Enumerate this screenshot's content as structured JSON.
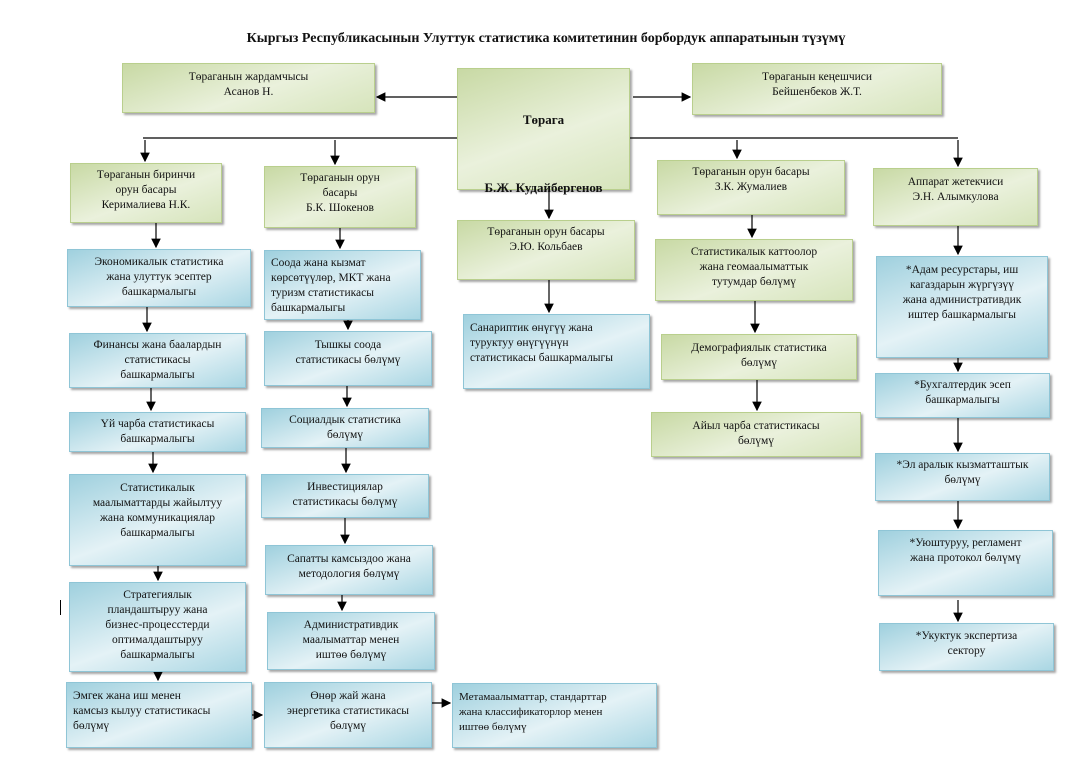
{
  "title": "Кыргыз Республикасынын Улуттук статистика комитетинин борбордук аппаратынын түзүмү",
  "chairman": {
    "role": "Төрага",
    "name": "Б.Ж. Кудайбергенов"
  },
  "assistant": "Төраганын жардамчысы\nАсанов Н.",
  "advisor": "Төраганын кеңешчиси\nБейшенбеков Ж.Т.",
  "deputies": [
    "Төраганын биринчи\nорун басары\nКерималиева Н.К.",
    "Төраганын орун\nбасары\nБ.К. Шокенов",
    "Төраганын орун басары\nЭ.Ю. Кольбаев",
    "Төраганын орун басары\nЗ.К. Жумалиев",
    "Аппарат жетекчиси\nЭ.Н. Алымкулова"
  ],
  "col1": [
    "Экономикалык статистика\nжана улуттук эсептер\nбашкармалыгы",
    "Финансы жана баалардын\nстатистикасы\nбашкармалыгы",
    "Үй чарба статистикасы\nбашкармалыгы",
    "Статистикалык\nмаалыматтарды жайылтуу\nжана коммуникациялар\nбашкармалыгы",
    "Стратегиялык\nпландаштыруу жана\nбизнес-процесстерди\nоптималдаштыруу\nбашкармалыгы",
    "Эмгек жана иш менен\nкамсыз кылуу статистикасы\nбөлүмү"
  ],
  "col2": [
    "Соода жана кызмат\nкөрсөтүүлөр, МКТ жана\nтуризм статистикасы\nбашкармалыгы",
    "Тышкы соода\nстатистикасы бөлүмү",
    "Социалдык статистика\nбөлүмү",
    "Инвестициялар\nстатистикасы бөлүмү",
    "Сапатты камсыздоо жана\nметодология бөлүмү",
    "Административдик\nмаалыматтар менен\nиштөө бөлүмү",
    "Өнөр жай жана\nэнергетика статистикасы\nбөлүмү"
  ],
  "col3": [
    "Санариптик өнүгүү жана\nтуруктуу өнүгүүнүн\nстатистикасы башкармалыгы",
    "Метамаалыматтар, стандарттар\nжана классификаторлор менен\nиштөө бөлүмү"
  ],
  "col4": [
    "Статистикалык каттоолор\nжана геомаалыматтык\nтутумдар бөлүмү",
    "Демографиялык статистика\nбөлүмү",
    "Айыл чарба статистикасы\nбөлүмү"
  ],
  "col5": [
    "*Адам ресурстары, иш\nкагаздарын жүргүзүү\nжана административдик\nиштер башкармалыгы",
    "*Бухгалтердик эсеп\nбашкармалыгы",
    "*Эл аралык кызматташтык\nбөлүмү",
    "*Уюштуруу, регламент\nжана протокол бөлүмү",
    "*Укуктук экспертиза\nсектору"
  ]
}
